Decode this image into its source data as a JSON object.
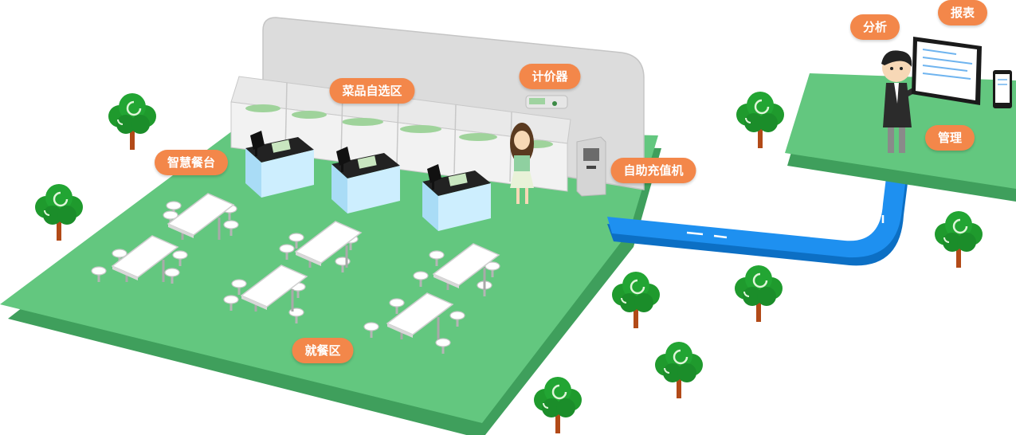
{
  "labels": {
    "self_select": "菜品自选区",
    "price_meter": "计价器",
    "smart_counter": "智慧餐台",
    "recharge": "自助充值机",
    "dining": "就餐区",
    "analysis": "分析",
    "report": "报表",
    "management": "管理"
  },
  "colors": {
    "label_bg": "#f3874a",
    "grass": "#63c77f",
    "grass_edge": "#3f9f5c",
    "road": "#1e90f0",
    "road_edge": "#0c6fc4"
  }
}
